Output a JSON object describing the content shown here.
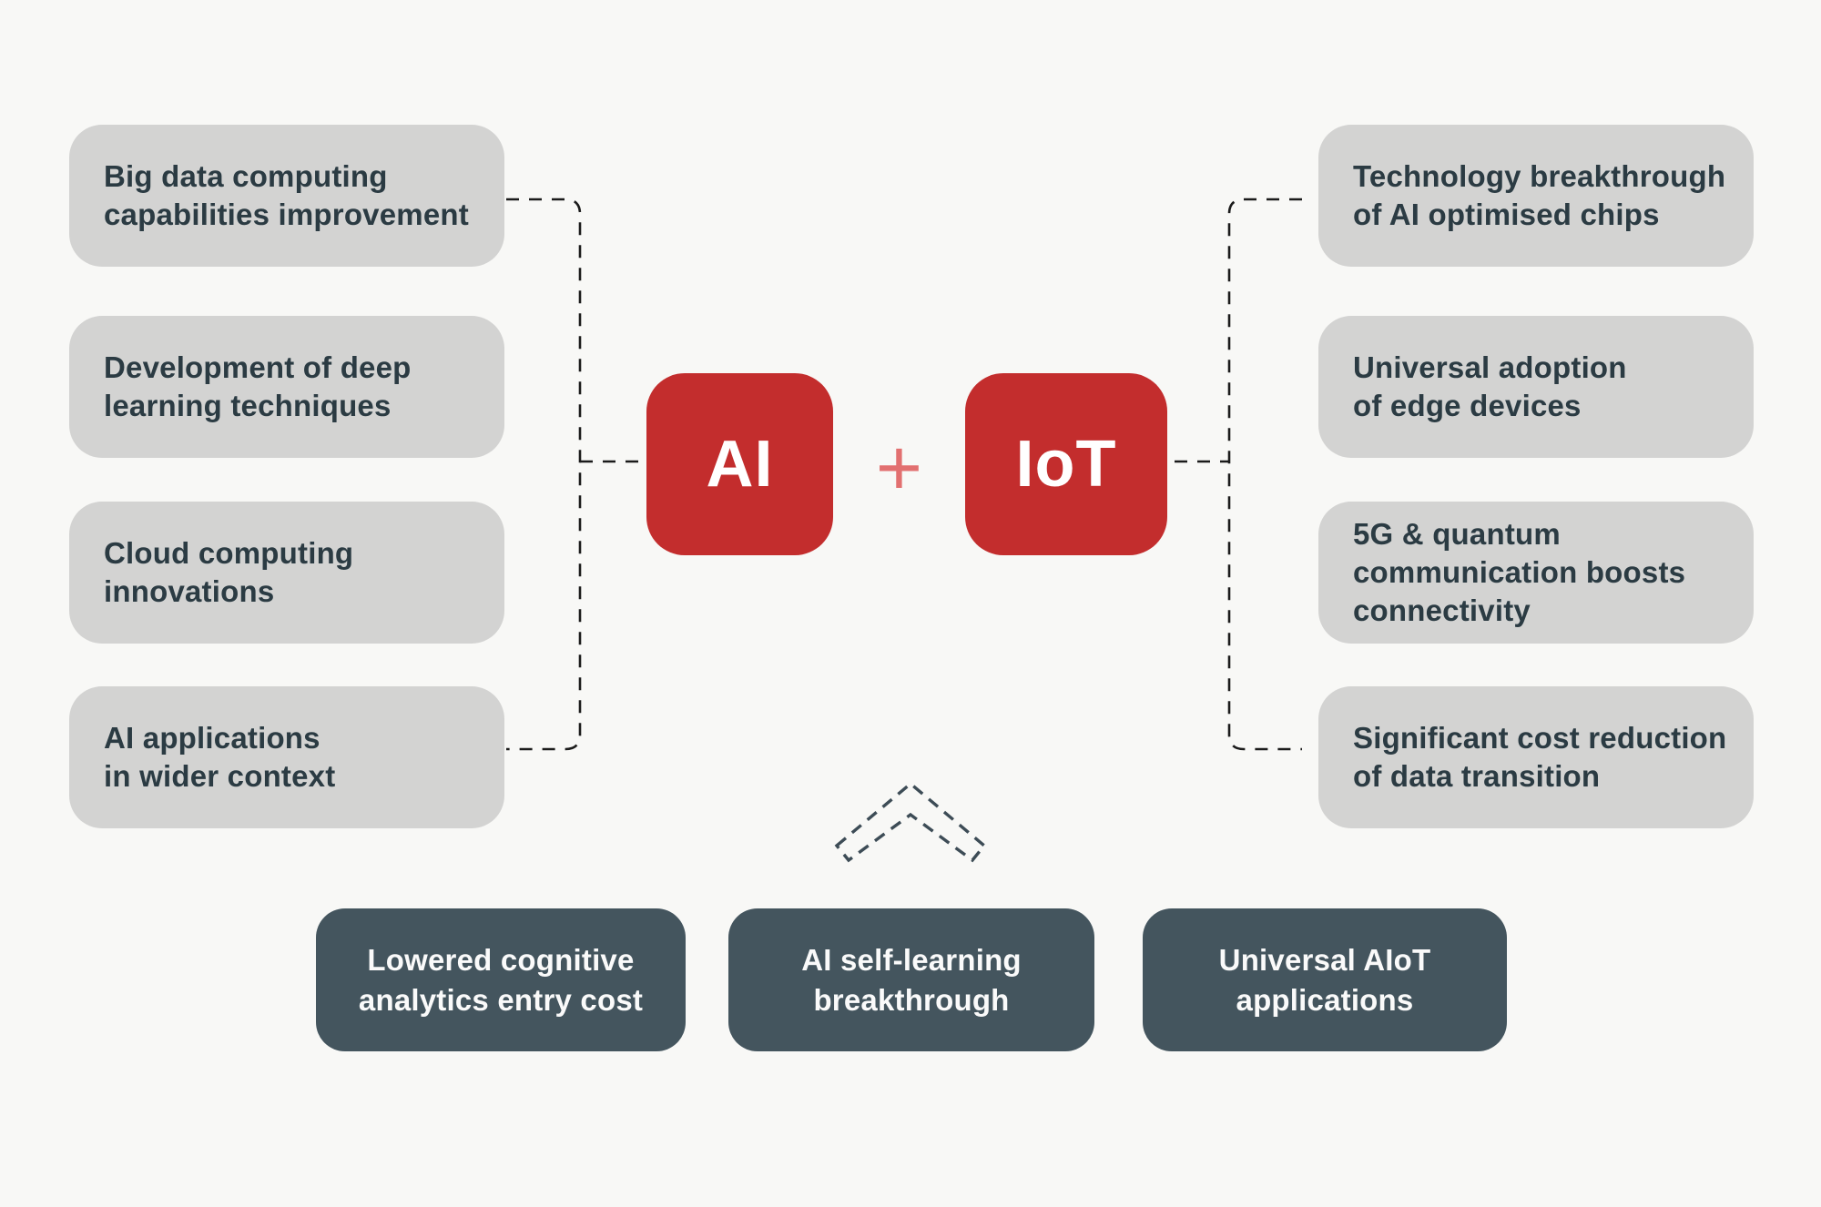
{
  "center": {
    "ai_label": "AI",
    "plus": "+",
    "iot_label": "IoT"
  },
  "left_factors": [
    {
      "text": "Big data computing\ncapabilities improvement"
    },
    {
      "text": "Development of deep\nlearning techniques"
    },
    {
      "text": "Cloud computing\ninnovations"
    },
    {
      "text": "AI applications\nin wider context"
    }
  ],
  "right_factors": [
    {
      "text": "Technology breakthrough\nof AI optimised chips"
    },
    {
      "text": "Universal adoption\nof edge devices"
    },
    {
      "text": "5G & quantum\ncommunication boosts\nconnectivity"
    },
    {
      "text": "Significant cost reduction\nof data transition"
    }
  ],
  "outcomes": [
    {
      "text": "Lowered cognitive\nanalytics entry cost"
    },
    {
      "text": "AI self-learning\nbreakthrough"
    },
    {
      "text": "Universal AIoT\napplications"
    }
  ],
  "colors": {
    "background": "#f8f8f6",
    "factor_box": "#d3d3d2",
    "factor_text": "#2b3b43",
    "node_red": "#c32d2d",
    "node_text": "#ffffff",
    "plus": "#e27070",
    "outcome_box": "#44555e",
    "outcome_text": "#fafafa",
    "connector": "#1b1b1b",
    "chevron": "#3d4c56"
  }
}
